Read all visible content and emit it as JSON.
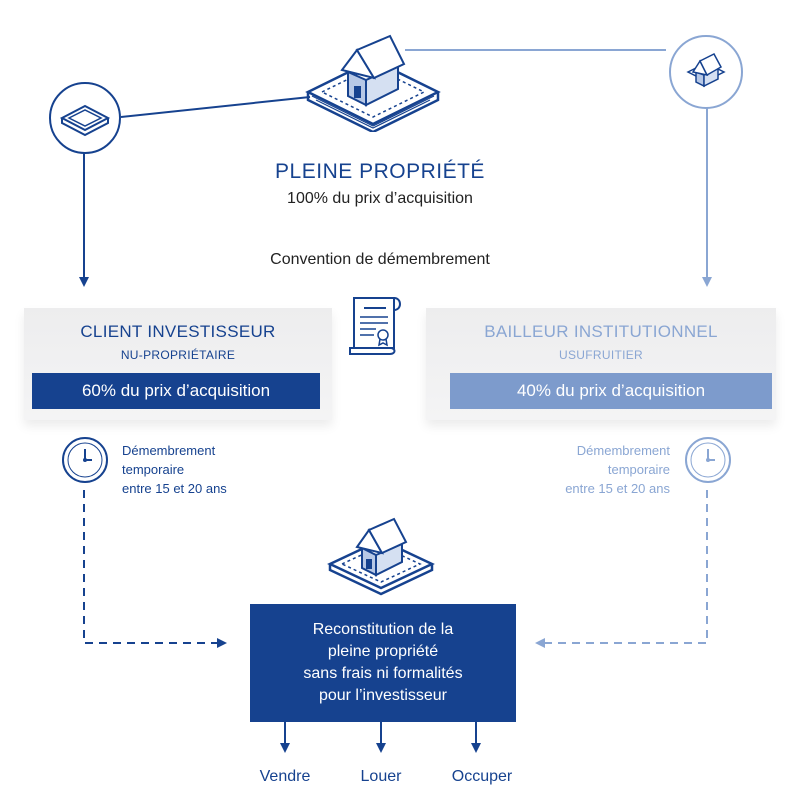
{
  "header": {
    "title": "PLEINE PROPRIÉTÉ",
    "subtitle": "100% du prix d’acquisition"
  },
  "convention_label": "Convention de démembrement",
  "left_party": {
    "title": "CLIENT INVESTISSEUR",
    "role": "NU-PROPRIÉTAIRE",
    "share": "60% du prix d’acquisition",
    "duration_lines": [
      "Démembrement",
      "temporaire",
      "entre 15 et 20 ans"
    ]
  },
  "right_party": {
    "title": "BAILLEUR INSTITUTIONNEL",
    "role": "USUFRUITIER",
    "share": "40% du prix d’acquisition",
    "duration_lines": [
      "Démembrement",
      "temporaire",
      "entre 15 et 20 ans"
    ]
  },
  "reconstitution": {
    "lines": [
      "Reconstitution de la",
      "pleine propriété",
      "sans frais ni formalités",
      "pour l’investisseur"
    ]
  },
  "outcomes": [
    "Vendre",
    "Louer",
    "Occuper"
  ],
  "colors": {
    "dark_blue": "#16428f",
    "light_blue": "#8aa6d3",
    "card_bg": "#efeff0"
  },
  "icons": [
    "land-parcel-icon",
    "house-on-land-icon",
    "small-house-icon",
    "contract-scroll-icon",
    "clock-icon"
  ]
}
